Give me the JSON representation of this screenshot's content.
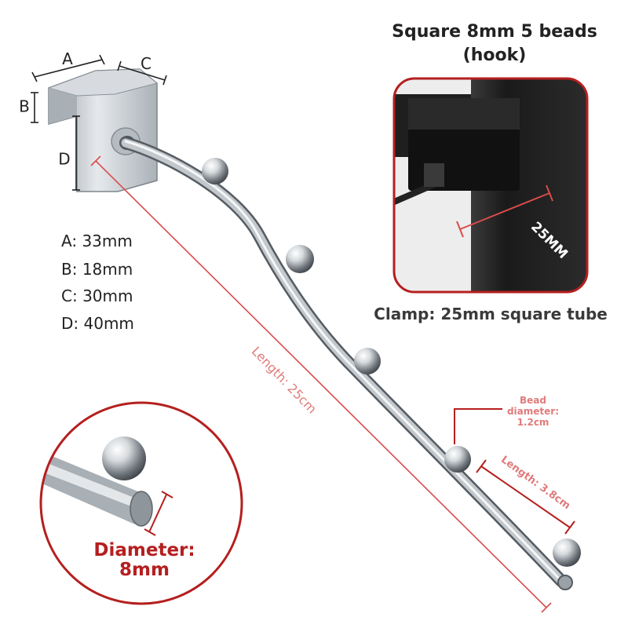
{
  "header": {
    "title_line1": "Square 8mm 5 beads",
    "title_line2": "(hook)"
  },
  "dimension_letters": {
    "a": "A",
    "b": "B",
    "c": "C",
    "d": "D"
  },
  "specs": [
    {
      "label": "A:",
      "value": "33mm"
    },
    {
      "label": "B:",
      "value": "18mm"
    },
    {
      "label": "C:",
      "value": "30mm"
    },
    {
      "label": "D:",
      "value": "40mm"
    }
  ],
  "clamp_inset": {
    "tube_label": "25MM",
    "caption": "Clamp: 25mm square tube"
  },
  "length_label": "Length: 25cm",
  "bead": {
    "diameter_line1": "Bead",
    "diameter_line2": "diameter:",
    "diameter_line3": "1.2cm",
    "spacing_label": "Length: 3.8cm"
  },
  "rod_inset": {
    "diameter_line1": "Diameter:",
    "diameter_line2": "8mm"
  },
  "colors": {
    "accent_red": "#b51f1f",
    "annotation_red": "#e07b7b",
    "chrome": "#c8cdd2",
    "clamp_black": "#1c1c1c"
  }
}
